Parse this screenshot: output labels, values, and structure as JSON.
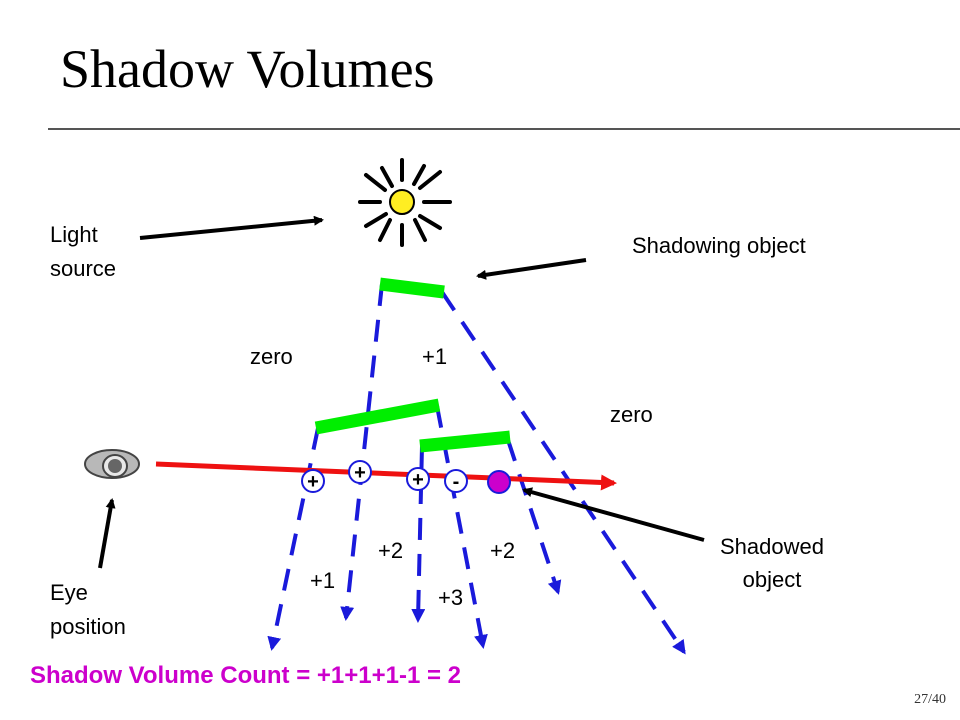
{
  "title": "Shadow Volumes",
  "labels": {
    "light_source_line1": "Light",
    "light_source_line2": "source",
    "shadowing_object": "Shadowing object",
    "shadowed_object_line1": "Shadowed",
    "shadowed_object_line2": "object",
    "eye_position_line1": "Eye",
    "eye_position_line2": "position",
    "region_zero_left": "zero",
    "region_plus1_top": "+1",
    "region_zero_right": "zero",
    "region_plus2_left": "+2",
    "region_plus2_right": "+2",
    "region_plus1_bottom": "+1",
    "region_plus3": "+3"
  },
  "crossings": [
    {
      "sign": "+"
    },
    {
      "sign": "+"
    },
    {
      "sign": "+"
    },
    {
      "sign": "-"
    }
  ],
  "count_text": "Shadow Volume Count = +1+1+1-1 = 2",
  "page_number": "27/40",
  "colors": {
    "light": "#ffee22",
    "occluder": "#00ee00",
    "shadow_volume": "#1a1adb",
    "view_ray": "#ee1111",
    "shadowed_point": "#cc00cc",
    "count_text": "#cc00cc"
  }
}
